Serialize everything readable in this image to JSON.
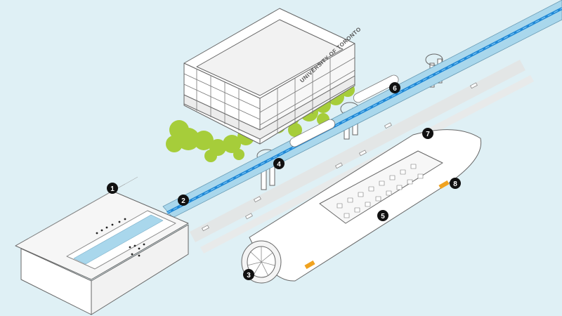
{
  "building": {
    "sign": "UNIVERSITY OF TORONTO"
  },
  "markers": [
    {
      "label": "1",
      "target": "station"
    },
    {
      "label": "2",
      "target": "tube-entrance"
    },
    {
      "label": "3",
      "target": "compressor-fan"
    },
    {
      "label": "4",
      "target": "support-pylon"
    },
    {
      "label": "5",
      "target": "passenger-cabin"
    },
    {
      "label": "6",
      "target": "tube-capsule"
    },
    {
      "label": "7",
      "target": "capsule-nose"
    },
    {
      "label": "8",
      "target": "air-bearing-skis"
    }
  ],
  "colors": {
    "background": "#dff0f5",
    "tube_fill": "#a9d7ec",
    "tube_core": "#1f88d6",
    "outline": "#666666",
    "trees": "#a6cd3a",
    "skis": "#f0a21f",
    "marker": "#111111"
  }
}
